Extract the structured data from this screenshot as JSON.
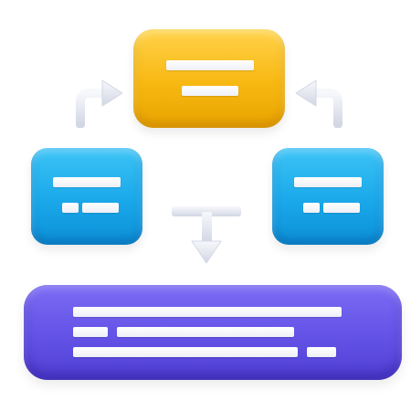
{
  "diagram": {
    "nodes": [
      {
        "id": "top-node",
        "color": "#f7b812",
        "lines": 2
      },
      {
        "id": "left-node",
        "color": "#1aa8ea",
        "lines": 2
      },
      {
        "id": "right-node",
        "color": "#1aa8ea",
        "lines": 2
      },
      {
        "id": "bottom-node",
        "color": "#6352e6",
        "lines": 3
      }
    ],
    "edges": [
      {
        "from": "left-node",
        "to": "top-node",
        "icon": "curved-arrow-right-icon"
      },
      {
        "from": "right-node",
        "to": "top-node",
        "icon": "curved-arrow-left-icon"
      },
      {
        "from": "top-node",
        "to": "bottom-node",
        "icon": "merge-down-arrow-icon"
      }
    ],
    "colors": {
      "yellow": "#f7b812",
      "blue": "#1aa8ea",
      "purple": "#6352e6",
      "arrow": "#dfe3ee",
      "text_bar": "#ffffff"
    }
  }
}
